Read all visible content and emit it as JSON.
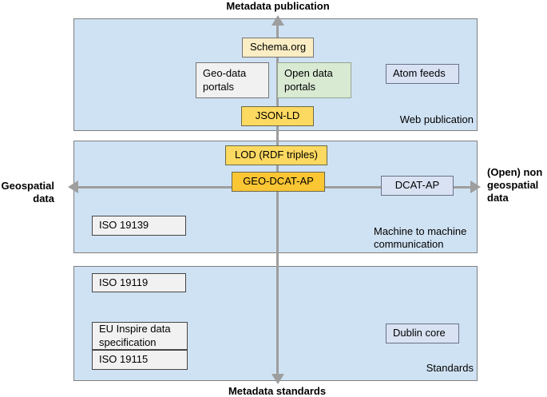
{
  "palette": {
    "panel_fill": "#cfe2f3",
    "panel_border": "#7f7f7f",
    "gold": "#fcd961",
    "gold_dark": "#fbc634",
    "cream": "#fbedc4",
    "gray_box": "#f1f1f1",
    "green_box": "#d9ead3",
    "lavender_box": "#d9e2f3",
    "arrow": "#9e9e9e",
    "border_dark": "#454545",
    "border_gray": "#747474",
    "border_olive": "#6e6847",
    "border_green": "#94a58f",
    "border_slate": "#69718a"
  },
  "axes": {
    "top": "Metadata publication",
    "bottom": "Metadata standards",
    "left": "Geospatial\ndata",
    "right": "(Open) non\ngeospatial\ndata"
  },
  "panels": {
    "web_publication": {
      "label": "Web publication"
    },
    "machine_to_machine": {
      "label": "Machine to machine\ncommunication"
    },
    "standards": {
      "label": "Standards"
    }
  },
  "boxes": {
    "schema_org": {
      "label": "Schema.org"
    },
    "geo_data_portals": {
      "label": "Geo-data portals"
    },
    "open_data_portals": {
      "label": "Open data portals"
    },
    "atom_feeds": {
      "label": "Atom feeds"
    },
    "json_ld": {
      "label": "JSON-LD"
    },
    "lod_rdf_triples": {
      "label": "LOD (RDF triples)"
    },
    "geo_dcat_ap": {
      "label": "GEO-DCAT-AP"
    },
    "dcat_ap": {
      "label": "DCAT-AP"
    },
    "iso_19139": {
      "label": "ISO 19139"
    },
    "iso_19119": {
      "label": "ISO 19119"
    },
    "eu_inspire": {
      "label": "EU Inspire data specification"
    },
    "iso_19115": {
      "label": "ISO 19115"
    },
    "dublin_core": {
      "label": "Dublin core"
    }
  }
}
